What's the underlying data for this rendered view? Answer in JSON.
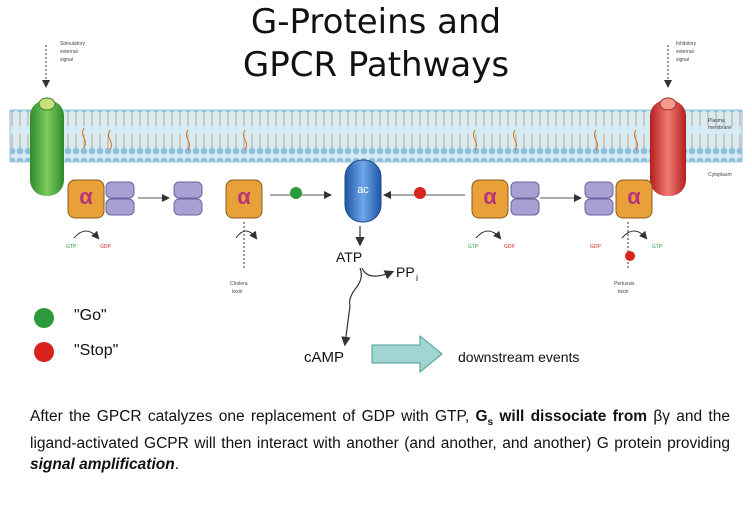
{
  "title": {
    "line1": "G-Proteins and",
    "line2": "GPCR Pathways"
  },
  "labels": {
    "atp": "ATP",
    "ppi": "PP",
    "ppi_sub": "i",
    "camp": "cAMP",
    "downstream": "downstream events",
    "ac": "ac",
    "alpha": "α"
  },
  "legend": {
    "go": "\"Go\"",
    "stop": "\"Stop\""
  },
  "colors": {
    "go": "#2a9a3a",
    "stop": "#d8231f",
    "receptor_green": "#45a83a",
    "receptor_red": "#e03a35",
    "membrane": "#b9d9e9",
    "alpha_orange": "#e8a038",
    "alpha_magenta": "#b8357a",
    "beta_purple": "#a7a0d2",
    "ac_blue": "#2d6fc4",
    "arrow_teal": "#9fd6d2"
  },
  "caption": {
    "p1": "After the GPCR catalyzes one replacement of GDP with GTP,",
    "gs": "G",
    "gs_sub": "s",
    "p2": "will dissociate from",
    "p3": "βγ",
    "p4": "and the ligand-activated GCPR will then interact with another (and another, and another) G protein providing",
    "p5": "signal amplification",
    "p6": "."
  }
}
